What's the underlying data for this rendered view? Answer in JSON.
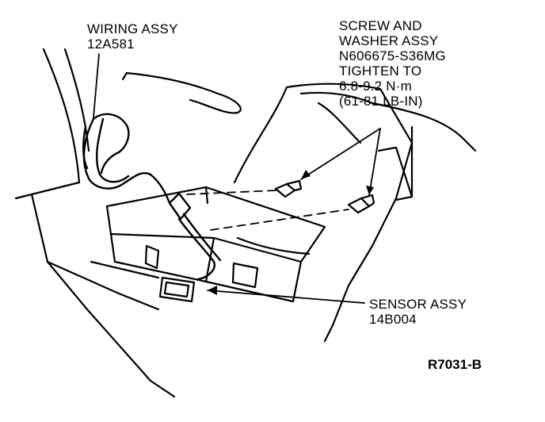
{
  "callouts": {
    "wiring": {
      "line1": "WIRING ASSY",
      "line2": "12A581"
    },
    "screw": {
      "line1": "SCREW AND",
      "line2": "WASHER ASSY",
      "line3": "N606675-S36MG",
      "line4": "TIGHTEN TO",
      "line5": "6.8-9.2 N·m",
      "line6": "(61-81 LB-IN)"
    },
    "sensor": {
      "line1": "SENSOR ASSY",
      "line2": "14B004"
    }
  },
  "figure_code": "R7031-B",
  "colors": {
    "ink": "#000000",
    "paper": "#ffffff"
  }
}
